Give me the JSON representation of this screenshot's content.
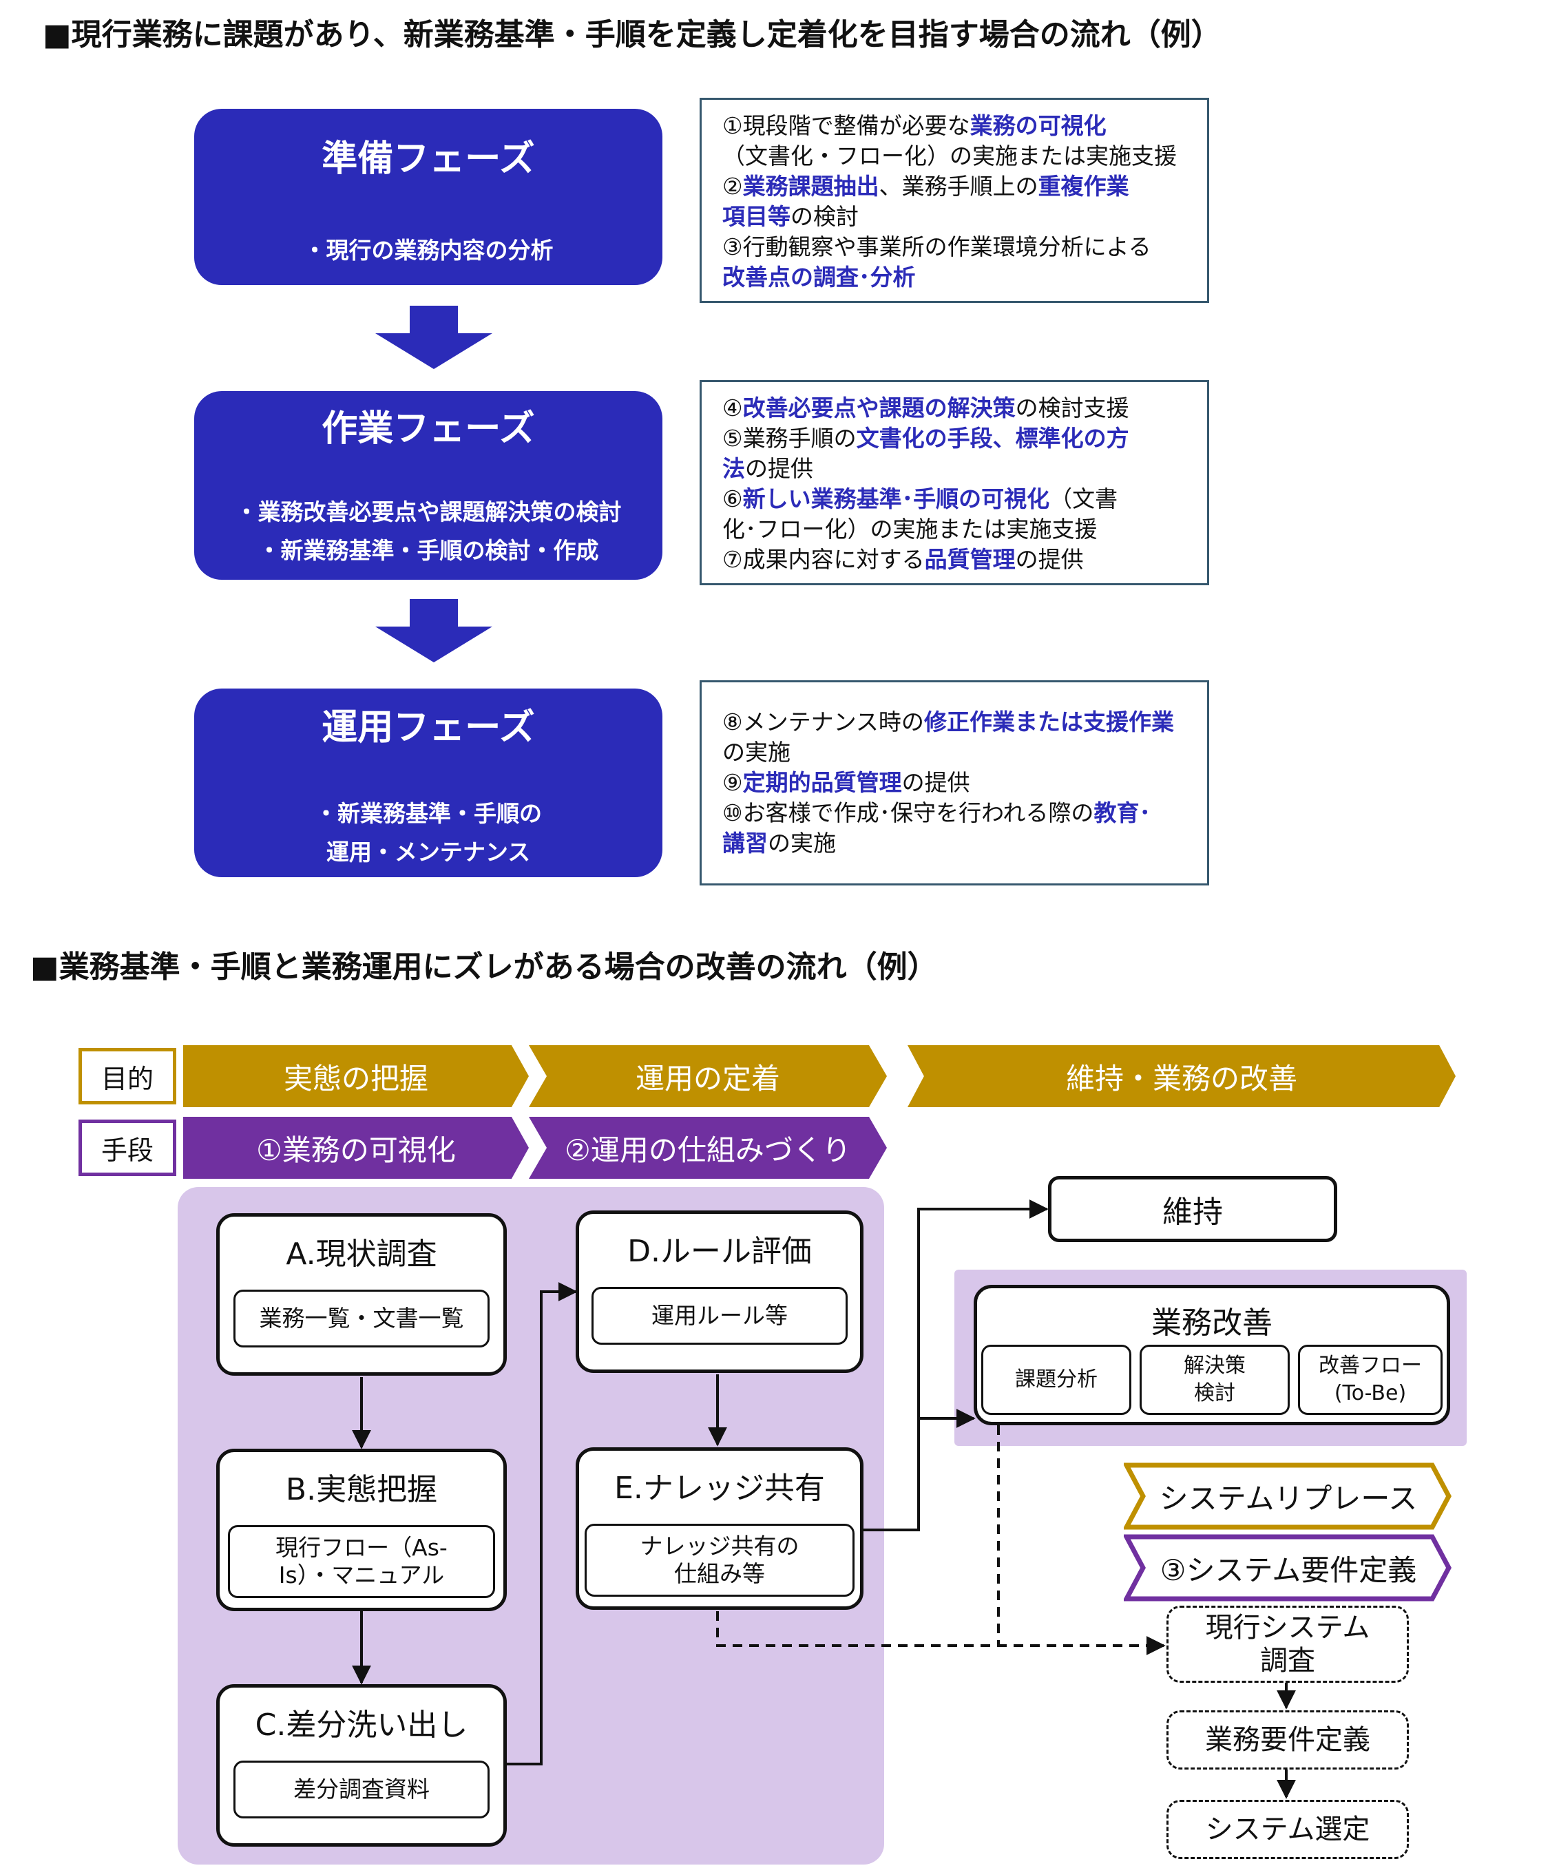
{
  "section1": {
    "heading": "■現行業務に課題があり、新業務基準・手順を定義し定着化を目指す場合の流れ（例）",
    "phases": [
      {
        "title": "準備フェーズ",
        "items": [
          "・現行の業務内容の分析"
        ]
      },
      {
        "title": "作業フェーズ",
        "items": [
          "・業務改善必要点や課題解決策の検討",
          "・新業務基準・手順の検討・作成"
        ]
      },
      {
        "title": "運用フェーズ",
        "items": [
          "・新業務基準・手順の",
          "運用・メンテナンス"
        ]
      }
    ],
    "panels": [
      {
        "lines": [
          [
            {
              "t": "①現段階で整備が必要な"
            },
            {
              "t": "業務の可視化",
              "h": true
            }
          ],
          [
            {
              "t": "（文書化・フロー化）の実施または実施支援"
            }
          ],
          [
            {
              "t": "②"
            },
            {
              "t": "業務課題抽出",
              "h": true
            },
            {
              "t": "、業務手順上の"
            },
            {
              "t": "重複作業",
              "h": true
            }
          ],
          [
            {
              "t": "項目等",
              "h": true
            },
            {
              "t": "の検討"
            }
          ],
          [
            {
              "t": "③行動観察や事業所の作業環境分析による"
            }
          ],
          [
            {
              "t": "改善点の調査･分析",
              "h": true
            }
          ]
        ]
      },
      {
        "lines": [
          [
            {
              "t": "④"
            },
            {
              "t": "改善必要点や課題の解決策",
              "h": true
            },
            {
              "t": "の検討支援"
            }
          ],
          [
            {
              "t": "⑤業務手順の"
            },
            {
              "t": "文書化の手段、標準化の方",
              "h": true
            }
          ],
          [
            {
              "t": "法",
              "h": true
            },
            {
              "t": "の提供"
            }
          ],
          [
            {
              "t": "⑥"
            },
            {
              "t": "新しい業務基準･手順の可視化",
              "h": true
            },
            {
              "t": "（文書"
            }
          ],
          [
            {
              "t": "化･フロー化）の実施または実施支援"
            }
          ],
          [
            {
              "t": "⑦成果内容に対する"
            },
            {
              "t": "品質管理",
              "h": true
            },
            {
              "t": "の提供"
            }
          ]
        ]
      },
      {
        "lines": [
          [
            {
              "t": "⑧メンテナンス時の"
            },
            {
              "t": "修正作業または支援作業",
              "h": true
            }
          ],
          [
            {
              "t": "の実施"
            }
          ],
          [
            {
              "t": "⑨"
            },
            {
              "t": "定期的品質管理",
              "h": true
            },
            {
              "t": "の提供"
            }
          ],
          [
            {
              "t": "⑩お客様で作成･保守を行われる際の"
            },
            {
              "t": "教育･",
              "h": true
            }
          ],
          [
            {
              "t": "講習",
              "h": true
            },
            {
              "t": "の実施"
            }
          ]
        ]
      }
    ]
  },
  "section2": {
    "heading": "■業務基準・手順と業務運用にズレがある場合の改善の流れ（例）",
    "purpose_label": "目的",
    "means_label": "手段",
    "purpose_steps": [
      "実態の把握",
      "運用の定着",
      "維持・業務の改善"
    ],
    "means_steps": [
      "①業務の可視化",
      "②運用の仕組みづくり"
    ],
    "boxes": {
      "a": {
        "title": "A.現状調査",
        "sub": "業務一覧・文書一覧"
      },
      "b": {
        "title": "B.実態把握",
        "sub1": "現行フロー（As-",
        "sub2": "Is）・マニュアル"
      },
      "c": {
        "title": "C.差分洗い出し",
        "sub": "差分調査資料"
      },
      "d": {
        "title": "D.ルール評価",
        "sub": "運用ルール等"
      },
      "e": {
        "title": "E.ナレッジ共有",
        "sub1": "ナレッジ共有の",
        "sub2": "仕組み等"
      }
    },
    "maintain": "維持",
    "improvement": {
      "title": "業務改善",
      "items": [
        {
          "l1": "課題分析",
          "l2": ""
        },
        {
          "l1": "解決策",
          "l2": "検討"
        },
        {
          "l1": "改善フロー",
          "l2": "(To-Be)"
        }
      ]
    },
    "replace_tag": "システムリプレース",
    "req_tag": "③システム要件定義",
    "dashed_steps": [
      {
        "l1": "現行システム",
        "l2": "調査"
      },
      {
        "l1": "業務要件定義",
        "l2": ""
      },
      {
        "l1": "システム選定",
        "l2": ""
      }
    ]
  },
  "colors": {
    "phase_blue": "#2b2bb8",
    "highlight": "#2b2bb8",
    "gold": "#bf9000",
    "purple": "#7030a0",
    "lavender": "#d8c6ea",
    "panel_border": "#36586e"
  }
}
